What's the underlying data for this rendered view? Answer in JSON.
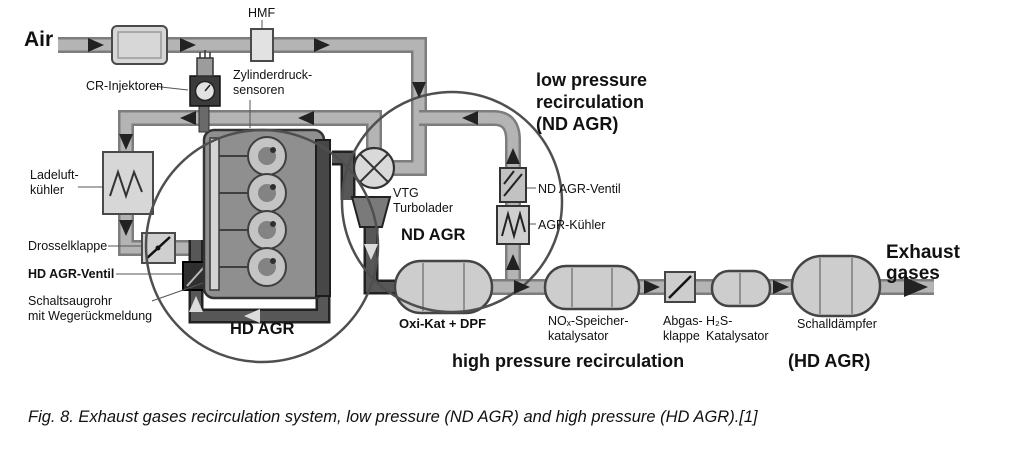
{
  "figure": {
    "caption": "Fig. 8. Exhaust gases recirculation system, low pressure (ND AGR) and high pressure (HD AGR).[1]"
  },
  "diagram": {
    "labels": {
      "air": "Air",
      "hmf": "HMF",
      "cr_injektoren": "CR-Injektoren",
      "zylinderdrucksensoren": "Zylinderdruck-\nsensoren",
      "low_pressure": "low pressure\nrecirculation\n(ND AGR)",
      "ladeluftkuehler": "Ladeluft-\nkühler",
      "vtg_turbolader": "VTG\nTurbolader",
      "nd_agr": "ND AGR",
      "nd_agr_ventil": "ND AGR-Ventil",
      "agr_kuehler": "AGR-Kühler",
      "drosselklappe": "Drosselklappe",
      "hd_agr_ventil": "HD AGR-Ventil",
      "schaltsaugrohr": "Schaltsaugrohr\nmit Wegerückmeldung",
      "hd_agr": "HD AGR",
      "oxi_kat_dpf": "Oxi-Kat + DPF",
      "nox_speicher": "NOₓ-Speicher-\nkatalysator",
      "abgasklappe": "Abgas-\nklappe",
      "h2s_katalysator": "H₂S-\nKatalysator",
      "schalldaempfer": "Schalldämpfer",
      "exhaust_gases": "Exhaust\ngases",
      "high_pressure": "high pressure recirculation",
      "hd_agr_paren": "(HD AGR)"
    }
  }
}
